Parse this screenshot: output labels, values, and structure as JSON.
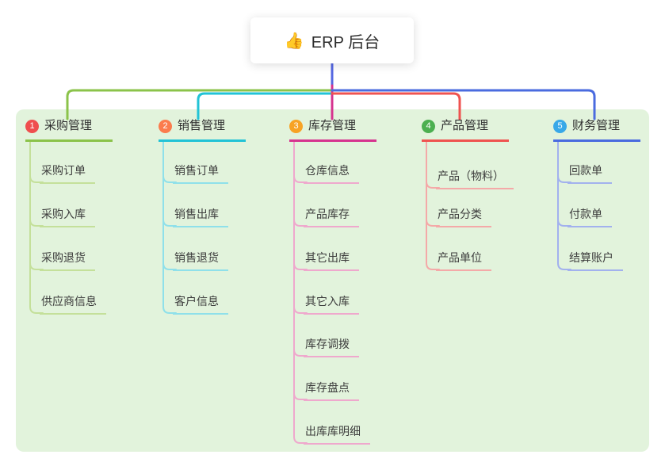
{
  "root": {
    "icon": "👍",
    "title": "ERP 后台",
    "connector_color": "#5668e2"
  },
  "panel": {
    "color": "#e2f3dc"
  },
  "branches": [
    {
      "badge": "1",
      "badge_color": "#ef4e4e",
      "title": "采购管理",
      "color": "#8bc34a",
      "light_color": "#c4e09a",
      "children": [
        "采购订单",
        "采购入库",
        "采购退货",
        "供应商信息"
      ]
    },
    {
      "badge": "2",
      "badge_color": "#fb7c4d",
      "title": "销售管理",
      "color": "#22c3d6",
      "light_color": "#8fe0ea",
      "children": [
        "销售订单",
        "销售出库",
        "销售退货",
        "客户信息"
      ]
    },
    {
      "badge": "3",
      "badge_color": "#f7a325",
      "title": "库存管理",
      "color": "#d6348f",
      "light_color": "#efa8cd",
      "children": [
        "仓库信息",
        "产品库存",
        "其它出库",
        "其它入库",
        "库存调拨",
        "库存盘点",
        "出库库明细"
      ]
    },
    {
      "badge": "4",
      "badge_color": "#4caf50",
      "title": "产品管理",
      "color": "#ef5350",
      "light_color": "#f4a9a8",
      "children": [
        "产品（物料）",
        "产品分类",
        "产品单位"
      ]
    },
    {
      "badge": "5",
      "badge_color": "#38a8e8",
      "title": "财务管理",
      "color": "#4a6bdf",
      "light_color": "#a2b1ee",
      "children": [
        "回款单",
        "付款单",
        "结算账户"
      ]
    }
  ]
}
